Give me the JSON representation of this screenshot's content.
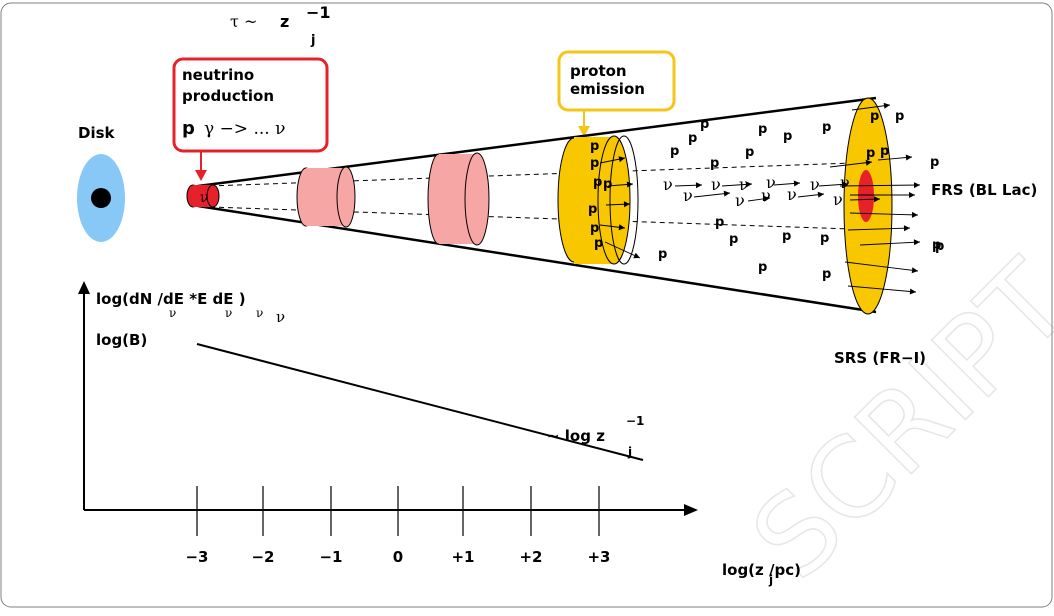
{
  "formula": {
    "tau": "τ ~",
    "z": "z",
    "sub": "j",
    "sup": "−1"
  },
  "labels": {
    "disk": "Disk",
    "neutrino_production": [
      "neutrino",
      "production"
    ],
    "reaction": {
      "p": "p",
      "gamma": "γ −> ... ν"
    },
    "proton_emission": [
      "proton",
      "emission"
    ],
    "frs": "FRS (BL Lac)",
    "srs": "SRS (FR−I)",
    "nu": "ν",
    "p": "p"
  },
  "plot": {
    "y_label_main": "log(dN /dE *E dE )",
    "y_label_subs": [
      "ν",
      "ν",
      "ν"
    ],
    "y_label_tail": "ν",
    "y_label_2": "log(B)",
    "slope_label": "~ log z",
    "slope_sub": "j",
    "slope_sup": "−1",
    "x_label": "log(z /pc)",
    "x_label_sub": "j",
    "x_ticks": [
      "−3",
      "−2",
      "−1",
      "0",
      "+1",
      "+2",
      "+3"
    ]
  },
  "watermark": "SCRIPT",
  "colors": {
    "disk_outer": "#87c8f7",
    "disk_core": "#000000",
    "red_box": "#e8202a",
    "yellow_box": "#f5c518",
    "cone_pink": "#f7a6a6",
    "gold": "#f9c700",
    "core_red": "#e8202a",
    "watermark": "#e8e8e8"
  }
}
